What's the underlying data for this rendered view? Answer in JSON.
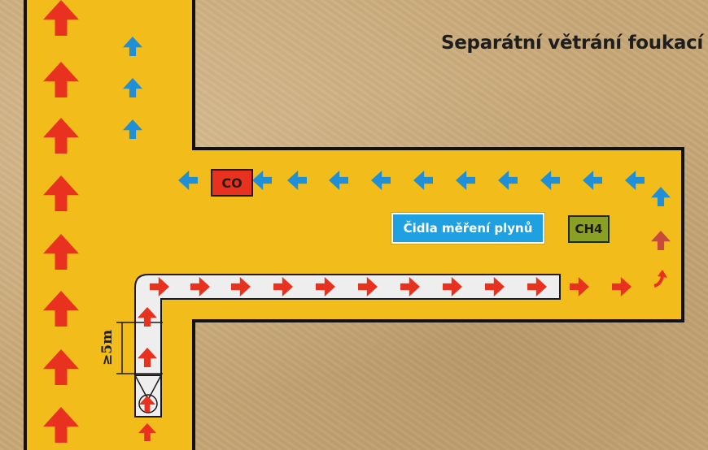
{
  "title": "Separátní větrání foukací",
  "sensors": {
    "co_label": "CO",
    "ch4_label": "CH4",
    "gas_sensors_label": "Čidla měření plynů"
  },
  "duct": {
    "min_distance_label": "≥5m"
  },
  "colors": {
    "tunnel": "#f2bc1a",
    "wall": "#111111",
    "duct": "#eeeeee",
    "fresh_air_arrow": "#e8311e",
    "return_air_arrow": "#1f8fd8",
    "co_sensor": "#e8311e",
    "ch4_sensor": "#8aa024",
    "sensor_label_bg": "#1fa0e0"
  },
  "icons": {
    "fresh_air": "arrow-red-icon",
    "return_air": "arrow-blue-icon"
  }
}
